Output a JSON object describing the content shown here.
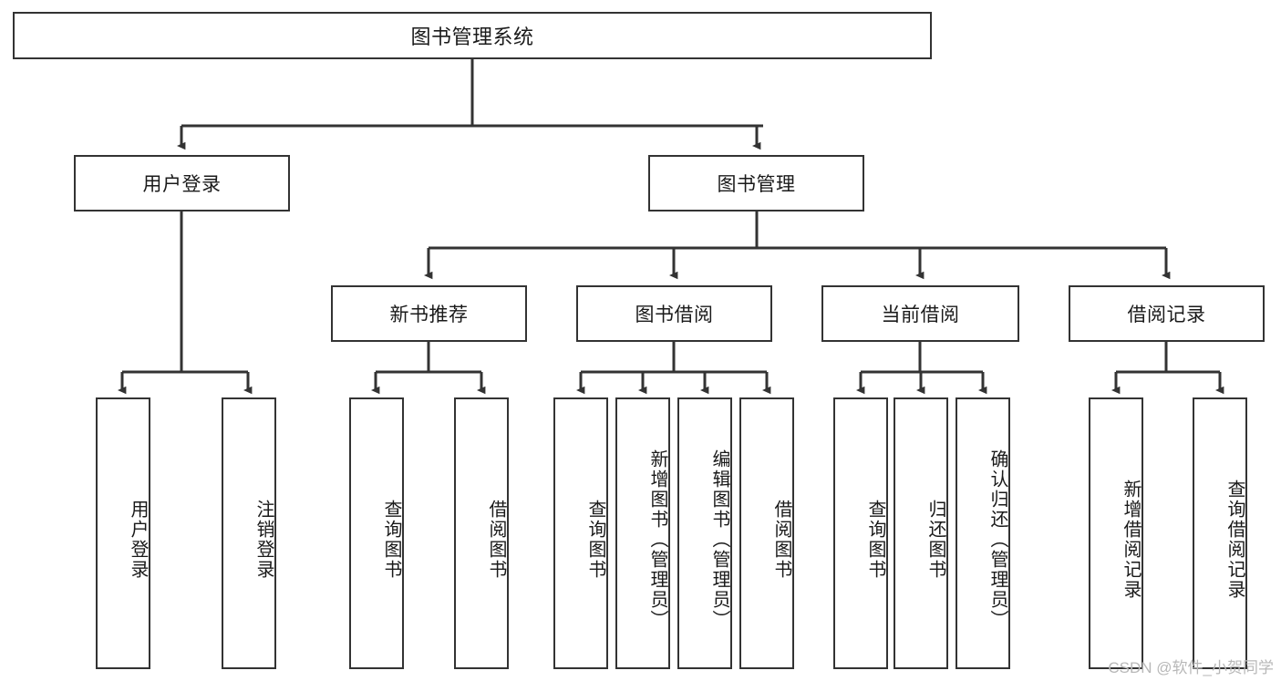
{
  "diagram": {
    "title": "图书管理系统",
    "type": "tree-hierarchy-chart",
    "root": {
      "label": "图书管理系统"
    },
    "level2": [
      {
        "label": "用户登录"
      },
      {
        "label": "图书管理"
      }
    ],
    "level3": [
      {
        "label": "新书推荐"
      },
      {
        "label": "图书借阅"
      },
      {
        "label": "当前借阅"
      },
      {
        "label": "借阅记录"
      }
    ],
    "leaves": {
      "user_login": [
        {
          "label": "用户登录"
        },
        {
          "label": "注销登录"
        }
      ],
      "new_book_recommend": [
        {
          "label": "查询图书"
        },
        {
          "label": "借阅图书"
        }
      ],
      "book_borrow": [
        {
          "label": "查询图书"
        },
        {
          "label": "新增图书（管理员）"
        },
        {
          "label": "编辑图书（管理员）"
        },
        {
          "label": "借阅图书"
        }
      ],
      "current_borrow": [
        {
          "label": "查询图书"
        },
        {
          "label": "归还图书"
        },
        {
          "label": "确认归还（管理员）"
        }
      ],
      "borrow_record": [
        {
          "label": "新增借阅记录"
        },
        {
          "label": "查询借阅记录"
        }
      ]
    }
  },
  "watermark": {
    "text": "CSDN @软件_小贺同学"
  },
  "colors": {
    "border": "#333333",
    "text": "#1a1a1a",
    "background": "#ffffff",
    "watermark": "#b8b8b8"
  }
}
